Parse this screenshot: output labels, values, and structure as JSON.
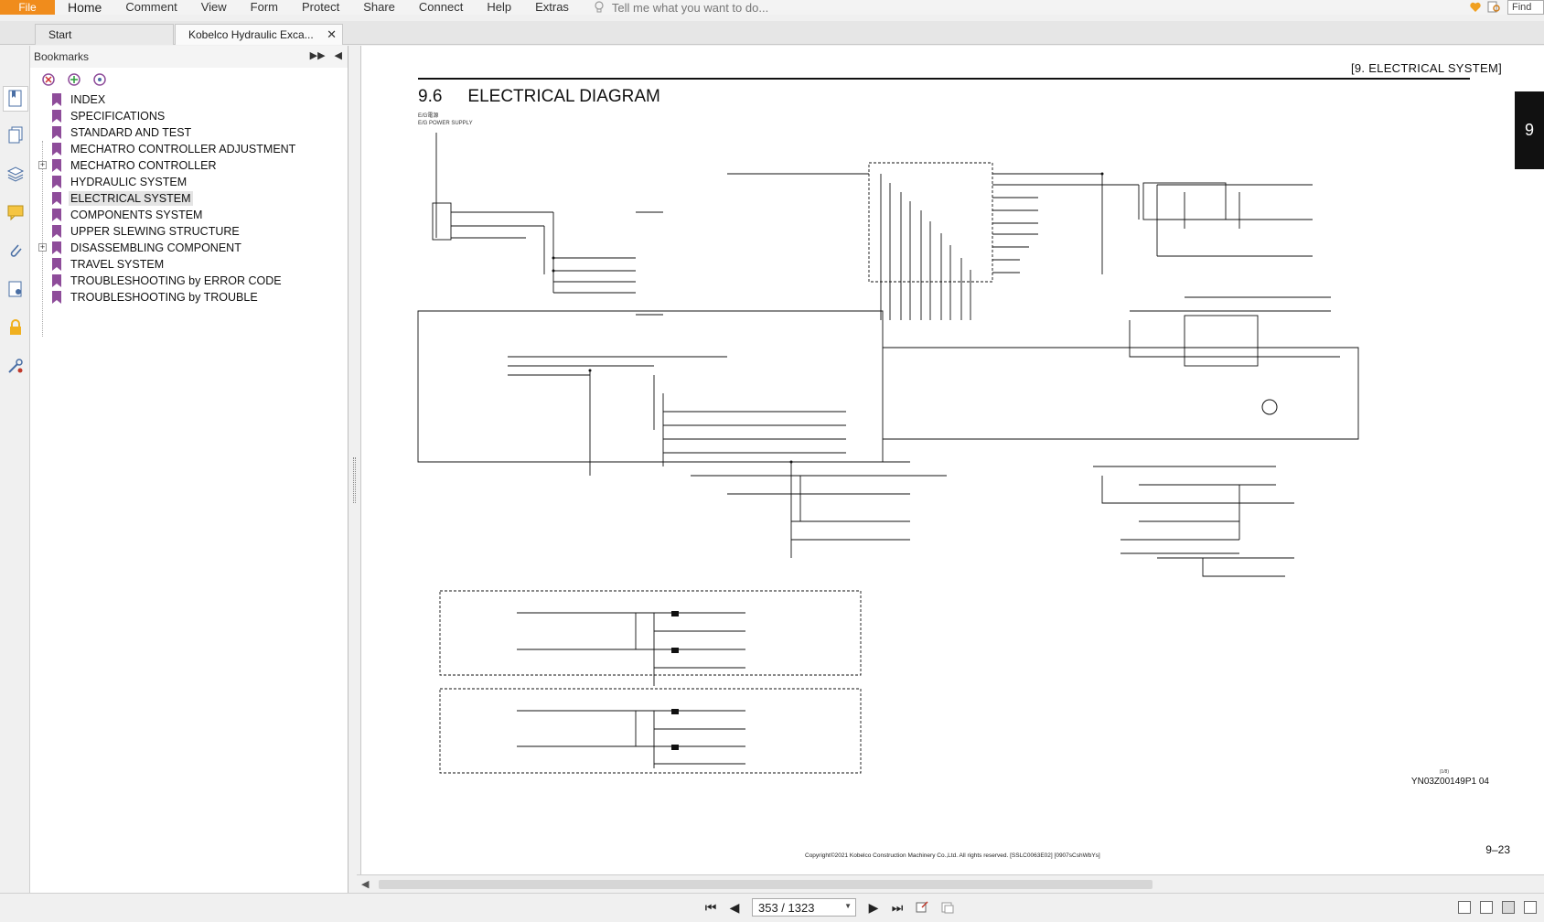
{
  "menu": {
    "file": "File",
    "items": [
      "Home",
      "Comment",
      "View",
      "Form",
      "Protect",
      "Share",
      "Connect",
      "Help",
      "Extras"
    ],
    "tell_placeholder": "Tell me what you want to do...",
    "find_label": "Find"
  },
  "tabs": {
    "start": "Start",
    "doc": "Kobelco Hydraulic Exca..."
  },
  "bookmarks": {
    "header": "Bookmarks",
    "items": [
      {
        "label": "INDEX",
        "expandable": false
      },
      {
        "label": "SPECIFICATIONS",
        "expandable": false
      },
      {
        "label": "STANDARD AND TEST",
        "expandable": false
      },
      {
        "label": "MECHATRO CONTROLLER ADJUSTMENT",
        "expandable": false
      },
      {
        "label": "MECHATRO CONTROLLER",
        "expandable": true
      },
      {
        "label": "HYDRAULIC SYSTEM",
        "expandable": false
      },
      {
        "label": "ELECTRICAL SYSTEM",
        "expandable": false,
        "selected": true
      },
      {
        "label": "COMPONENTS SYSTEM",
        "expandable": false
      },
      {
        "label": "UPPER SLEWING STRUCTURE",
        "expandable": false
      },
      {
        "label": "DISASSEMBLING COMPONENT",
        "expandable": true
      },
      {
        "label": "TRAVEL SYSTEM",
        "expandable": false
      },
      {
        "label": "TROUBLESHOOTING by ERROR CODE",
        "expandable": false
      },
      {
        "label": "TROUBLESHOOTING by TROUBLE",
        "expandable": false
      }
    ]
  },
  "page": {
    "section_tag": "[9.   ELECTRICAL SYSTEM]",
    "title_num": "9.6",
    "title": "ELECTRICAL DIAGRAM",
    "chapter": "9",
    "supply_label": "E/G電源\nE/G POWER SUPPLY",
    "doc_number": "YN03Z00149P1  04",
    "doc_number_sup": "(1/8)",
    "page_number": "9–23",
    "copyright": "Copyright©2021 Kobelco Construction Machinery Co.,Ltd. All rights reserved. [SSLC0063E02] [0907sCshWbYs]"
  },
  "status": {
    "page_display": "353 / 1323"
  },
  "colors": {
    "file_tab": "#f08c1c",
    "bookmark_icon": "#8e4c9a",
    "chapter_tab": "#111111"
  }
}
